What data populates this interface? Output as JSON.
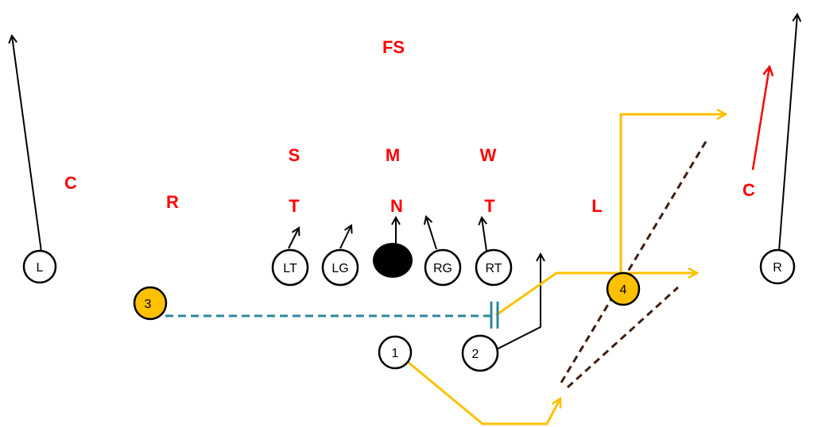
{
  "colors": {
    "defense": "#ff0000",
    "route_gold": "#ffc000",
    "motion_blue": "#31859c",
    "read_brown": "#3d1f12",
    "black": "#000000",
    "filled_player": "#ffc000"
  },
  "defense": {
    "fs": "FS",
    "s": "S",
    "m": "M",
    "w": "W",
    "c_left": "C",
    "r": "R",
    "t_left": "T",
    "n": "N",
    "t_right": "T",
    "l": "L",
    "c_right": "C"
  },
  "offense": {
    "wr_left": "L",
    "lt": "LT",
    "lg": "LG",
    "rg": "RG",
    "rt": "RT",
    "wr_right": "R",
    "back_3": "3",
    "back_4": "4",
    "back_1": "1",
    "back_2": "2"
  }
}
